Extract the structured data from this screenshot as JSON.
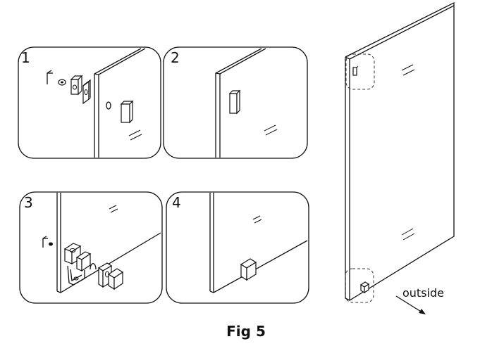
{
  "figure": {
    "caption": "Fig 5",
    "direction_label": "outside"
  },
  "steps": [
    {
      "number": "1"
    },
    {
      "number": "2"
    },
    {
      "number": "3"
    },
    {
      "number": "4"
    }
  ]
}
